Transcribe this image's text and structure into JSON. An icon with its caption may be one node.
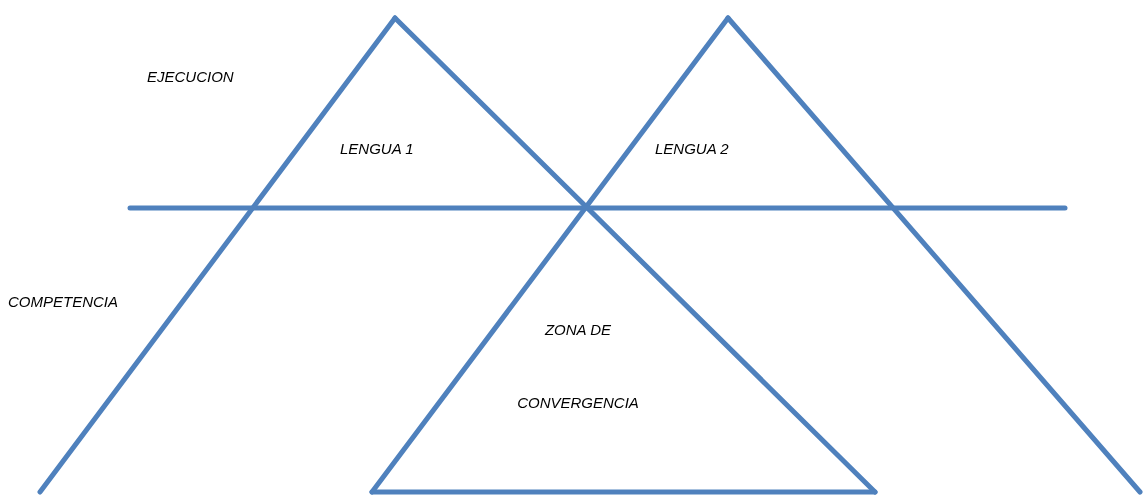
{
  "diagram": {
    "labels": [
      "EJECUCION",
      "LENGUA 1",
      "LENGUA 2",
      "COMPETENCIA",
      "ZONA DE CONVERGENCIA"
    ]
  }
}
